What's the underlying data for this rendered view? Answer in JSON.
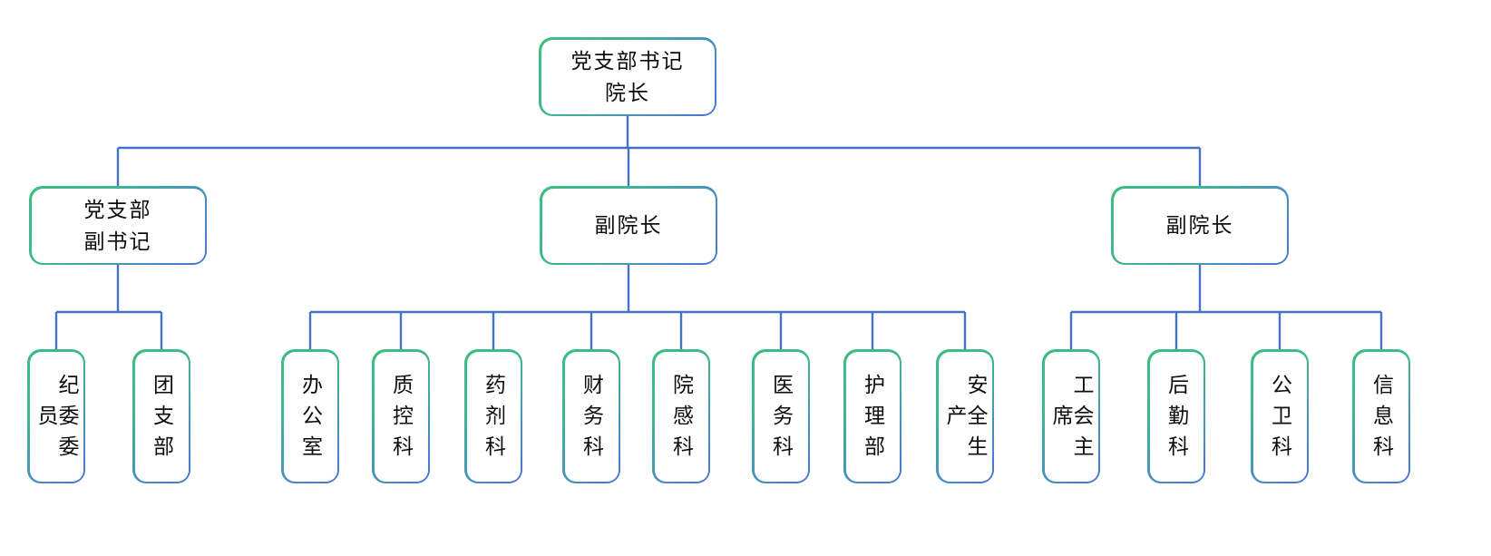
{
  "chart": {
    "type": "org-chart",
    "root": {
      "label": "党支部书记\n院长"
    },
    "groups": [
      {
        "parent": {
          "label": "党支部\n副书记"
        },
        "children": [
          "纪委委员",
          "团支部"
        ]
      },
      {
        "parent": {
          "label": "副院长"
        },
        "children": [
          "办公室",
          "质控科",
          "药剂科",
          "财务科",
          "院感科",
          "医务科",
          "护理部",
          "安全生产"
        ]
      },
      {
        "parent": {
          "label": "副院长"
        },
        "children": [
          "工会主席",
          "后勤科",
          "公卫科",
          "信息科"
        ]
      }
    ],
    "colors": {
      "border_gradient_start": "#3bbe81",
      "border_gradient_end": "#4573d2",
      "connector_line": "#4472c4",
      "text": "#0d0d0d",
      "background": "#ffffff"
    }
  }
}
